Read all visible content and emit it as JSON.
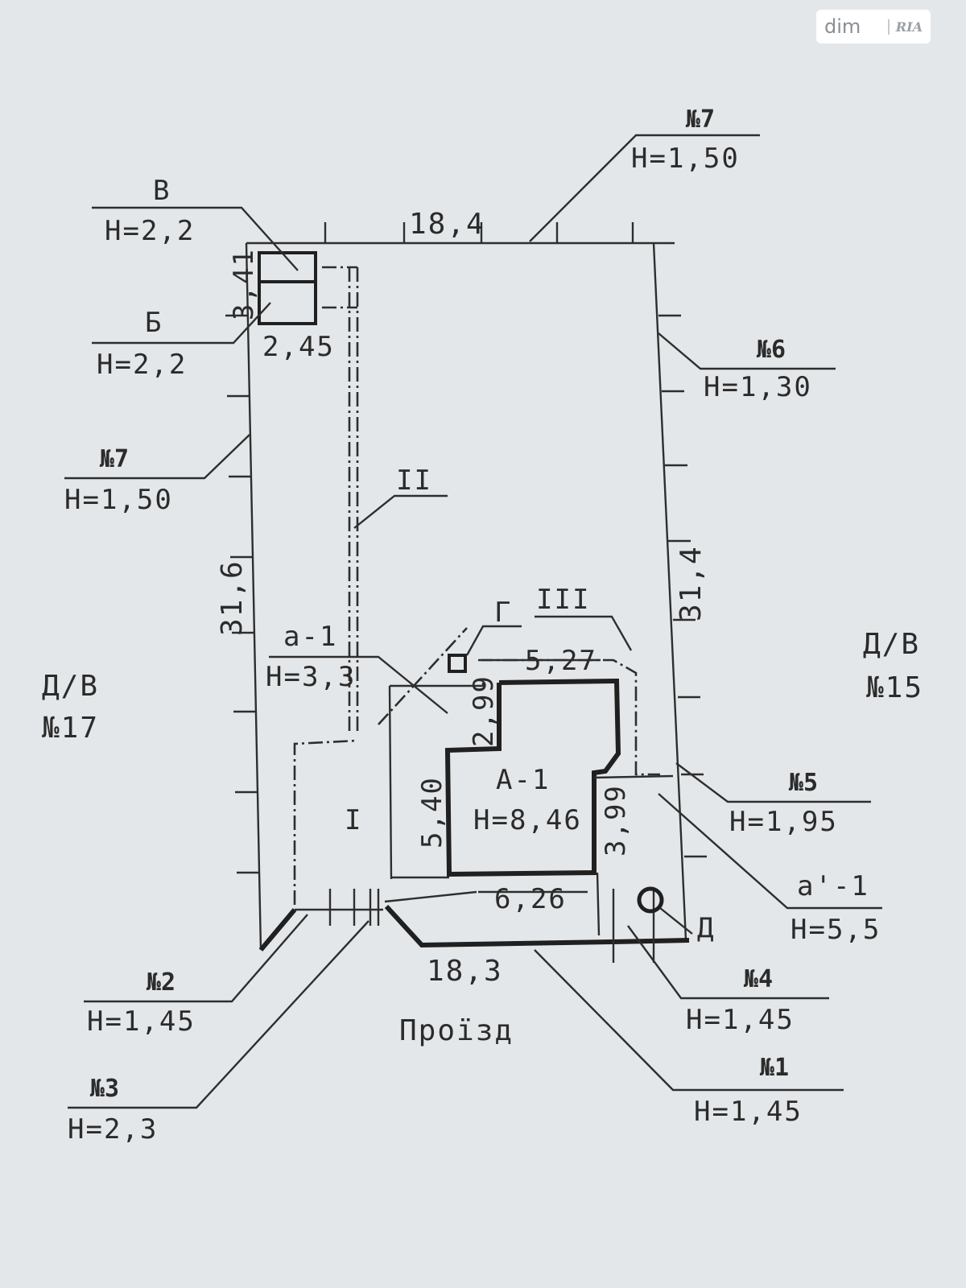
{
  "watermark": {
    "part1": "dim",
    "part2": "RIA"
  },
  "plot": {
    "top_length": "18,4",
    "bottom_length": "18,3",
    "left_length": "31,6",
    "right_length": "31,4",
    "street": "Проїзд"
  },
  "neighbors": {
    "left": {
      "line1": "Д/В",
      "line2": "№17"
    },
    "right": {
      "line1": "Д/В",
      "line2": "№15"
    }
  },
  "fences": [
    {
      "key": "no7_top",
      "number": "№7",
      "height": "H=1,50"
    },
    {
      "key": "no6",
      "number": "№6",
      "height": "H=1,30"
    },
    {
      "key": "no7_left",
      "number": "№7",
      "height": "H=1,50"
    },
    {
      "key": "no5",
      "number": "№5",
      "height": "H=1,95"
    },
    {
      "key": "no2",
      "number": "№2",
      "height": "H=1,45"
    },
    {
      "key": "no3",
      "number": "№3",
      "height": "H=2,3"
    },
    {
      "key": "no4",
      "number": "№4",
      "height": "H=1,45"
    },
    {
      "key": "no1",
      "number": "№1",
      "height": "H=1,45"
    }
  ],
  "buildings": {
    "V": {
      "letter": "В",
      "height": "H=2,2"
    },
    "B": {
      "letter": "Б",
      "height": "H=2,2",
      "depth": "3,41",
      "width": "2,45"
    },
    "a1": {
      "letter": "а-1",
      "height": "H=3,3"
    },
    "A1": {
      "letter": "А-1",
      "height": "H=8,46",
      "width_top": "5,27",
      "depth_left": "5,40",
      "depth_ledge": "2,99",
      "width_bottom": "6,26"
    },
    "a_prime1": {
      "letter": "а'-1",
      "height": "H=5,5",
      "depth": "3,99"
    },
    "G": {
      "letter": "Г"
    },
    "D": {
      "letter": "Д"
    }
  },
  "zones": {
    "I": "I",
    "II": "II",
    "III": "III"
  }
}
